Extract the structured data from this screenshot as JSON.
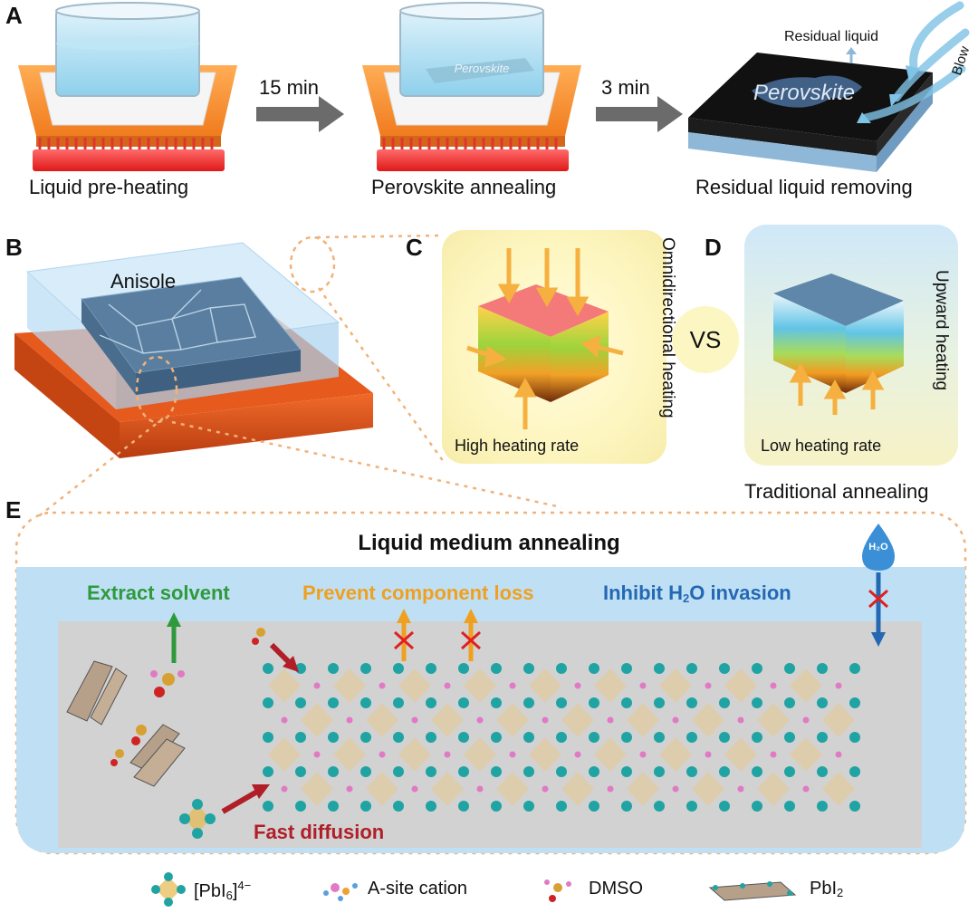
{
  "labels": {
    "a": "A",
    "b": "B",
    "c": "C",
    "d": "D",
    "e": "E"
  },
  "panel_a": {
    "step1_caption": "Liquid pre-heating",
    "arrow1_time": "15 min",
    "step2_caption": "Perovskite annealing",
    "step2_film_text": "Perovskite",
    "arrow2_time": "3 min",
    "step3_caption": "Residual liquid removing",
    "step3_film_text": "Perovskite",
    "residual_label": "Residual liquid",
    "blow_label": "Blow"
  },
  "panel_b": {
    "medium_label": "Anisole"
  },
  "panel_c": {
    "side_label": "Omnidirectional heating",
    "rate_label": "High heating rate"
  },
  "vs_label": "VS",
  "panel_d": {
    "side_label": "Upward heating",
    "rate_label": "Low heating rate",
    "caption": "Traditional annealing"
  },
  "panel_e": {
    "title": "Liquid medium annealing",
    "extract_label": "Extract solvent",
    "prevent_label": "Prevent component loss",
    "inhibit_label_pre": "Inhibit H",
    "inhibit_label_sub": "2",
    "inhibit_label_post": "O invasion",
    "droplet_label": "H₂O",
    "diffusion_label": "Fast diffusion"
  },
  "legend": {
    "pbi6_pre": "[PbI",
    "pbi6_sub": "6",
    "pbi6_post": "]",
    "pbi6_sup": "4−",
    "cation": "A-site cation",
    "dmso": "DMSO",
    "pbi2_pre": "PbI",
    "pbi2_sub": "2"
  },
  "colors": {
    "extract": "#2e9a3c",
    "prevent": "#f0a020",
    "inhibit": "#2468b4",
    "diffusion": "#b01e28",
    "rate_c": "#c0282e",
    "liquid": "#bfe0f4",
    "substrate": "#d2d2d2",
    "atom": "#1fa3a3"
  }
}
